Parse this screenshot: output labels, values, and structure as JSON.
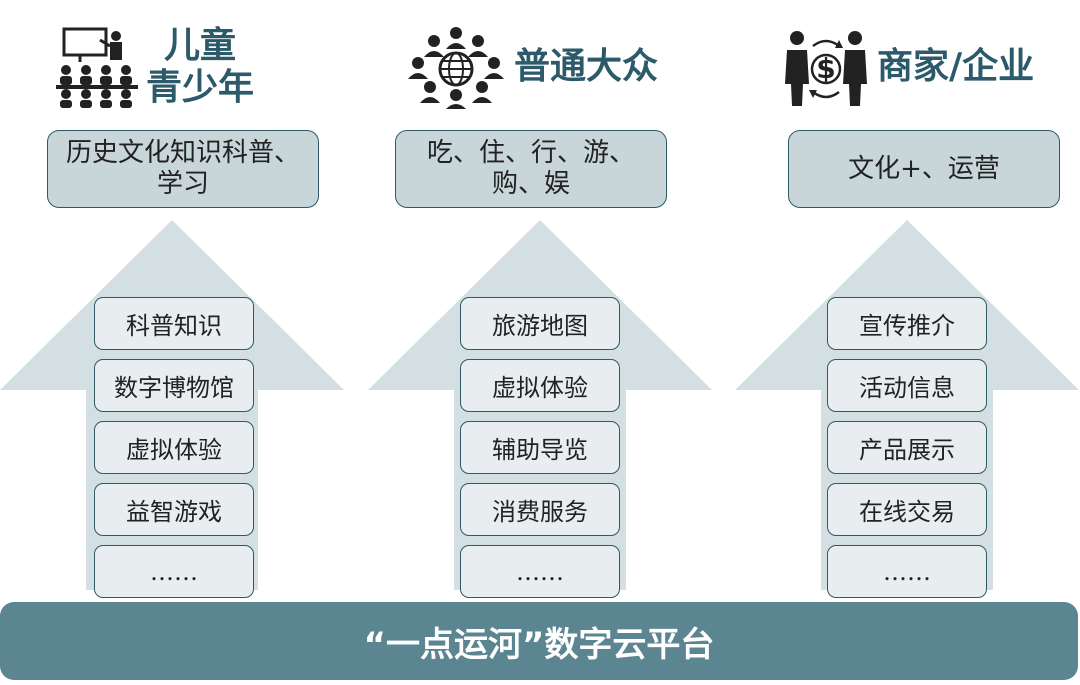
{
  "columns": [
    {
      "title": "儿童\n青少年",
      "icon": "classroom-icon",
      "need": "历史文化知识科普、\n学习",
      "items": [
        "科普知识",
        "数字博物馆",
        "虚拟体验",
        "益智游戏",
        "……"
      ]
    },
    {
      "title": "普通大众",
      "icon": "public-globe-icon",
      "need": "吃、住、行、游、\n购、娱",
      "items": [
        "旅游地图",
        "虚拟体验",
        "辅助导览",
        "消费服务",
        "……"
      ]
    },
    {
      "title": "商家/企业",
      "icon": "business-exchange-icon",
      "need": "文化+、运营",
      "items": [
        "宣传推介",
        "活动信息",
        "产品展示",
        "在线交易",
        "……"
      ]
    }
  ],
  "platform": {
    "label": "“一点运河”数字云平台"
  },
  "colors": {
    "title": "#2c5a6a",
    "arrow": "#d3dfe3",
    "box_fill": "#c8d6da",
    "border": "#2f5966",
    "item_fill": "#e8eef0",
    "platform": "#5b8590"
  }
}
